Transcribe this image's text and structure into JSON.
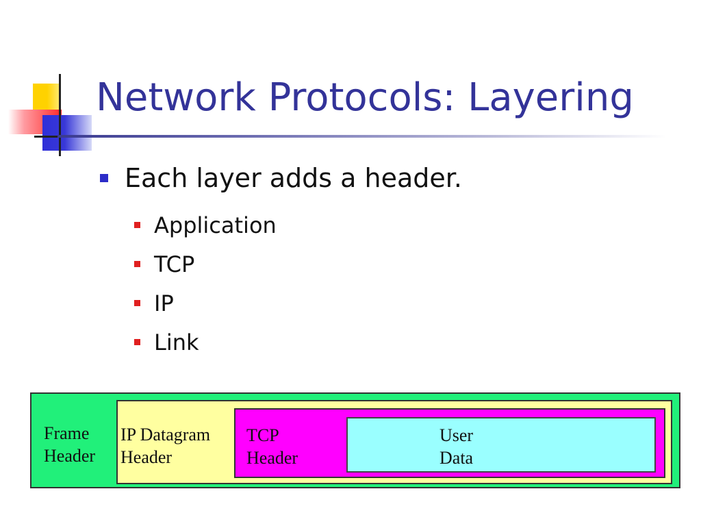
{
  "title": "Network Protocols: Layering",
  "main_bullet": "Each layer adds a header.",
  "sub_bullets": [
    "Application",
    "TCP",
    "IP",
    "Link"
  ],
  "diagram": {
    "frame_header": [
      "Frame",
      "Header"
    ],
    "ip_header": [
      "IP Datagram",
      "Header"
    ],
    "tcp_header": [
      "TCP",
      "Header"
    ],
    "user_data": [
      "User",
      "Data"
    ]
  },
  "colors": {
    "title": "#333399",
    "frame": "#21f07a",
    "ip": "#ffffa0",
    "tcp": "#ff00ff",
    "user": "#9affff"
  }
}
